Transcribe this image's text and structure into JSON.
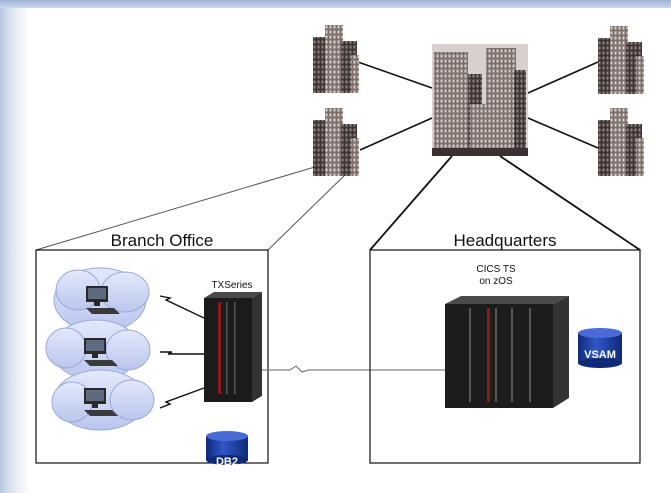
{
  "branch": {
    "title": "Branch Office",
    "server_label": "TXSeries",
    "database_label": "DB2"
  },
  "hq": {
    "title": "Headquarters",
    "server_label_line1": "CICS TS",
    "server_label_line2": "on zOS",
    "database_label": "VSAM"
  },
  "colors": {
    "cloud": "#c9d4f2",
    "cylinder": "#1f3fa0",
    "server_body": "#1c1c1c",
    "line": "#222222"
  },
  "icons": [
    "building-icon",
    "skyline-icon",
    "computer-icon",
    "server-icon",
    "database-icon",
    "cloud-icon"
  ]
}
